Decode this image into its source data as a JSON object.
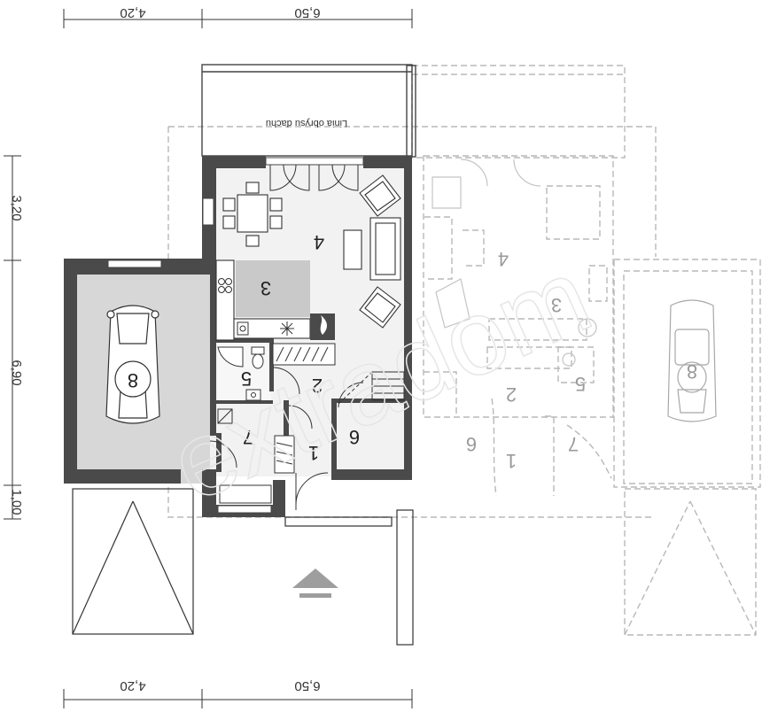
{
  "dimensions": {
    "top_left": "4,20",
    "top_right": "6,50",
    "bottom_left": "4,20",
    "bottom_right": "6,50",
    "left_top": "3,20",
    "left_middle": "6,90",
    "left_bottom": "1,00"
  },
  "roof_line_label": "Linia obrysu dachu",
  "rooms": {
    "main": [
      "1",
      "2",
      "3",
      "4",
      "5",
      "6",
      "7",
      "8"
    ],
    "mirror": [
      "1",
      "2",
      "3",
      "4",
      "5",
      "6",
      "7",
      "8"
    ]
  },
  "watermark": "extradom",
  "colors": {
    "wall": "#4a4a4a",
    "floor_light": "#f2f2f2",
    "garage_floor": "#d7d7d7",
    "kitchen_floor": "#c9c9c9",
    "ghost_line": "#b8b8b8",
    "entry_arrow": "#9e9e9e"
  },
  "icons": [
    "car-icon",
    "dining-table-icon",
    "sofa-icon",
    "armchair-icon",
    "stove-icon",
    "sink-icon",
    "toilet-icon",
    "shower-icon",
    "stairs-icon",
    "fireplace-icon",
    "entry-arrow-icon"
  ]
}
